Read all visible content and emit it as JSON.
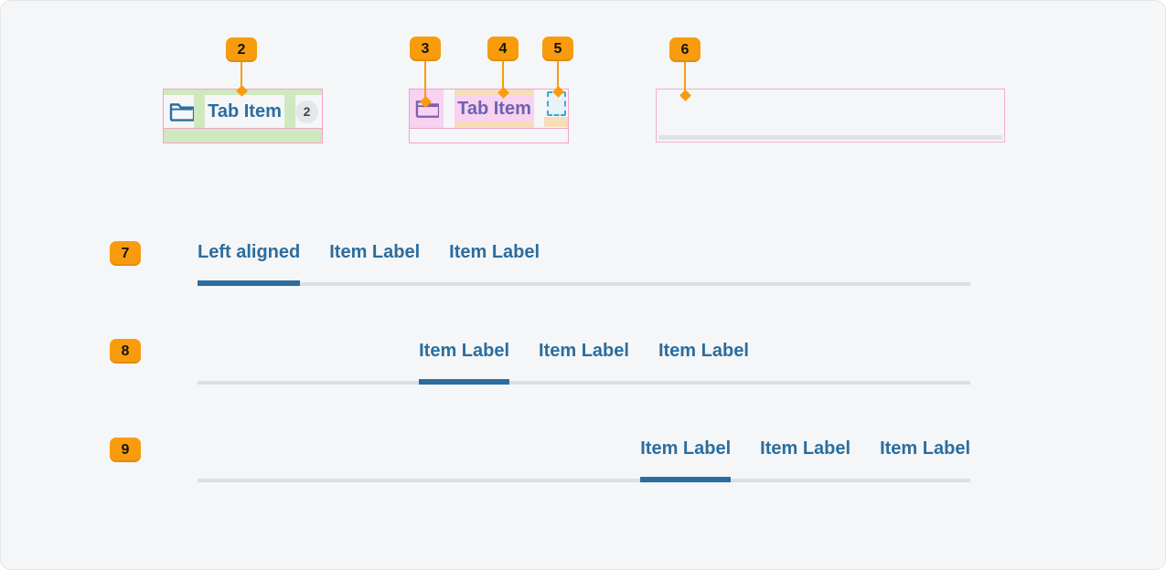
{
  "colors": {
    "canvas_bg": "#f5f6f8",
    "marker_orange": "#f89c0e",
    "annotation_green": "#cfe8c0",
    "annotation_pink_border": "#f2a3c9",
    "annotation_pink_fill": "#f8d2f0",
    "annotation_tan": "#f8ddb9",
    "focus_dashed_blue": "#38a8e0",
    "tab_blue": "#2b6d9e",
    "tab_purple": "#6b63ae",
    "track_gray": "#dcdee1",
    "count_badge_gray": "#e4e6e9"
  },
  "markers": [
    {
      "label": "2"
    },
    {
      "label": "3"
    },
    {
      "label": "4"
    },
    {
      "label": "5"
    },
    {
      "label": "6"
    },
    {
      "label": "7"
    },
    {
      "label": "8"
    },
    {
      "label": "9"
    }
  ],
  "anatomy": {
    "numbered_tab_item": {
      "icon": "folder-icon",
      "label": "Tab Item",
      "count_badge": "2"
    },
    "highlighted_tab_item": {
      "icon": "folder-icon",
      "label": "Tab Item"
    }
  },
  "tab_rows": [
    {
      "alignment": "left",
      "tabs": [
        {
          "label": "Left aligned",
          "active": true
        },
        {
          "label": "Item Label",
          "active": false
        },
        {
          "label": "Item Label",
          "active": false
        }
      ]
    },
    {
      "alignment": "center",
      "tabs": [
        {
          "label": "Item Label",
          "active": true
        },
        {
          "label": "Item Label",
          "active": false
        },
        {
          "label": "Item Label",
          "active": false
        }
      ]
    },
    {
      "alignment": "right",
      "tabs": [
        {
          "label": "Item Label",
          "active": true
        },
        {
          "label": "Item Label",
          "active": false
        },
        {
          "label": "Item Label",
          "active": false
        }
      ]
    }
  ]
}
